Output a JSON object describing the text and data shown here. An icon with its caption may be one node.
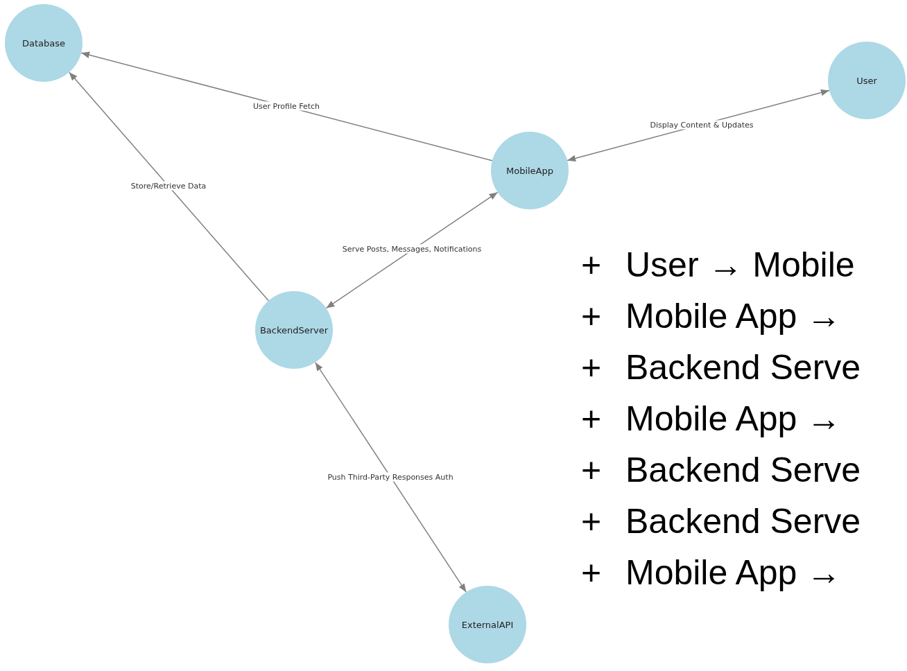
{
  "diagram": {
    "nodes": [
      {
        "text": [
          "Database"
        ]
      },
      {
        "text": [
          "User"
        ]
      },
      {
        "text": [
          "MobileApp"
        ]
      },
      {
        "text": [
          "BackendServer"
        ]
      },
      {
        "text": [
          "ExternalAPI"
        ]
      }
    ],
    "edges": [
      {
        "from": 2,
        "to": 0,
        "arrow": "to",
        "label": "User Profile Fetch"
      },
      {
        "from": 2,
        "to": 1,
        "arrow": "both",
        "label": "Display Content & Updates"
      },
      {
        "from": 3,
        "to": 0,
        "arrow": "to",
        "label": "Store/Retrieve Data"
      },
      {
        "from": 3,
        "to": 2,
        "arrow": "both",
        "label": "Serve Posts, Messages, Notifications"
      },
      {
        "from": 3,
        "to": 4,
        "arrow": "both",
        "label": "Push Third-Party Responses Auth"
      }
    ],
    "labels": [
      "+",
      "User → Mobile",
      "+",
      "Mobile App →",
      "+",
      "Backend Serve",
      "+",
      "Mobile App →",
      "+",
      "Backend Serve",
      "+",
      "Backend Serve",
      "+",
      "Mobile App →"
    ]
  }
}
